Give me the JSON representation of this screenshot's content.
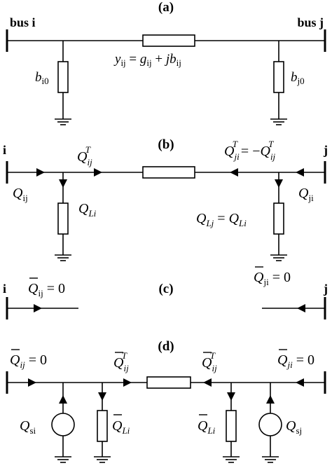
{
  "panels": {
    "a": {
      "tag": "(a)",
      "bus_left": "bus i",
      "bus_right": "bus j",
      "admittance": {
        "y": "y",
        "ij": "ij",
        "eq": " = ",
        "g": "g",
        "plus": " + ",
        "j": "j",
        "b": "b"
      },
      "shunt_left": {
        "sym": "b",
        "sub": "i0"
      },
      "shunt_right": {
        "sym": "b",
        "sub": "j0"
      }
    },
    "b": {
      "tag": "(b)",
      "bus_left": "i",
      "bus_right": "j",
      "Q_ij_T": {
        "sym": "Q",
        "sub": "ij",
        "sup": "T"
      },
      "Q_ji_T": {
        "sym": "Q",
        "sub": "ji",
        "sup": "T",
        "eq": " = −",
        "sym2": "Q",
        "sub2": "ij",
        "sup2": "T"
      },
      "Q_ij": {
        "sym": "Q",
        "sub": "ij"
      },
      "Q_ji": {
        "sym": "Q",
        "sub": "ji"
      },
      "Q_Li": {
        "sym": "Q",
        "sub": "Li"
      },
      "Q_Lj": {
        "sym": "Q",
        "sub": "Lj",
        "eq": " = ",
        "sym2": "Q",
        "sub2": "Li"
      }
    },
    "c": {
      "tag": "(c)",
      "bus_left": "i",
      "bus_right": "j",
      "left_label": {
        "sym": "Q",
        "sub": "ij",
        "eq": " = 0"
      },
      "right_label": {
        "sym": "Q",
        "sub": "ji",
        "eq": " = 0"
      }
    },
    "d": {
      "tag": "(d)",
      "left_label": {
        "sym": "Q",
        "sub": "ij",
        "eq": " = 0"
      },
      "right_label": {
        "sym": "Q",
        "sub": "ji",
        "eq": " = 0"
      },
      "flow_left": {
        "sym": "Q",
        "sub": "ij",
        "sup": "T"
      },
      "flow_right": {
        "sym": "Q",
        "sub": "ij",
        "sup": "T"
      },
      "Q_si": {
        "sym": "Q",
        "sub": "si"
      },
      "Q_sj": {
        "sym": "Q",
        "sub": "sj"
      },
      "Q_Li_left": {
        "sym": "Q",
        "sub": "Li"
      },
      "Q_Li_right": {
        "sym": "Q",
        "sub": "Li"
      }
    }
  }
}
